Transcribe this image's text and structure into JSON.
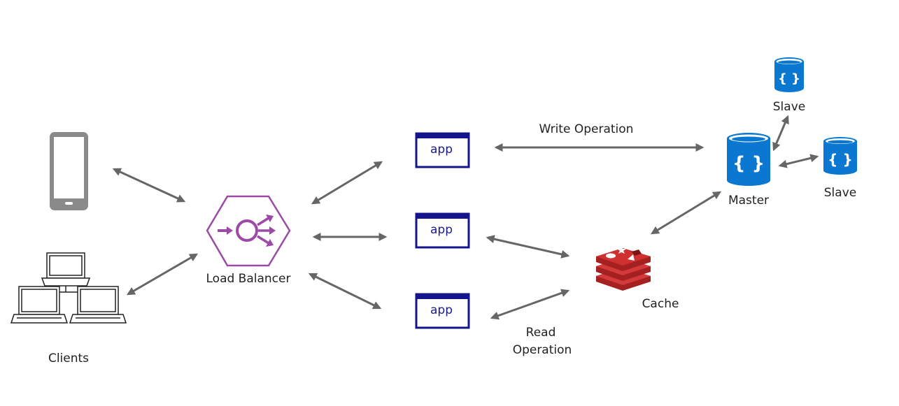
{
  "labels": {
    "clients": "Clients",
    "load_balancer": "Load Balancer",
    "write_operation": "Write Operation",
    "read_operation_line1": "Read",
    "read_operation_line2": "Operation",
    "cache": "Cache",
    "master": "Master",
    "slave_top": "Slave",
    "slave_right": "Slave"
  },
  "apps": [
    "app",
    "app",
    "app"
  ],
  "db_icon_glyph": "{ }",
  "colors": {
    "arrow": "#666666",
    "device_gray": "#8a8a8a",
    "load_balancer": "#9b4aa6",
    "app_border": "#14148c",
    "database": "#0a78d0",
    "cache_red": "#c92a2a"
  },
  "icons": {
    "phone": "mobile-phone-icon",
    "laptops": "laptop-network-icon",
    "load_balancer": "load-balancer-icon",
    "app": "app-window-icon",
    "cache": "redis-cache-icon",
    "database": "database-icon"
  }
}
